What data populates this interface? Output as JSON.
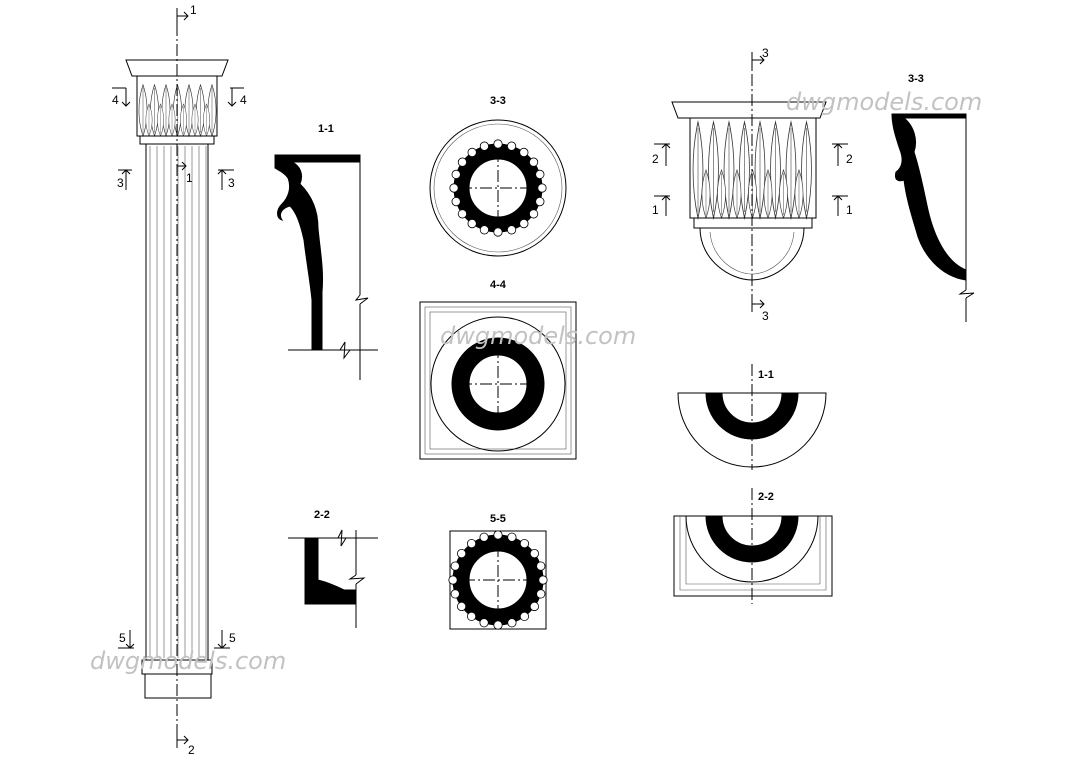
{
  "section_labels": {
    "col_top": "1",
    "col_bottom": "2",
    "col_s4_left": "4",
    "col_s4_right": "4",
    "col_s1_mid": "1",
    "col_s3_left": "3",
    "col_s3_right": "3",
    "col_s5_left": "5",
    "col_s5_right": "5",
    "cap_top": "3",
    "cap_bottom": "3",
    "cap_s2_left": "2",
    "cap_s2_right": "2",
    "cap_s1_left": "1",
    "cap_s1_right": "1"
  },
  "view_titles": {
    "profile_1_1": "1-1",
    "profile_2_2": "2-2",
    "section_3_3": "3-3",
    "section_4_4": "4-4",
    "section_5_5": "5-5",
    "cap_profile_3_3": "3-3",
    "cap_section_1_1": "1-1",
    "cap_section_2_2": "2-2"
  },
  "watermarks": {
    "top_right": "dwgmodels.com",
    "center": "dwgmodels.com",
    "bottom_left": "dwgmodels.com"
  },
  "colors": {
    "ink": "#000000",
    "watermark": "#c2c2c2",
    "background": "#ffffff"
  }
}
